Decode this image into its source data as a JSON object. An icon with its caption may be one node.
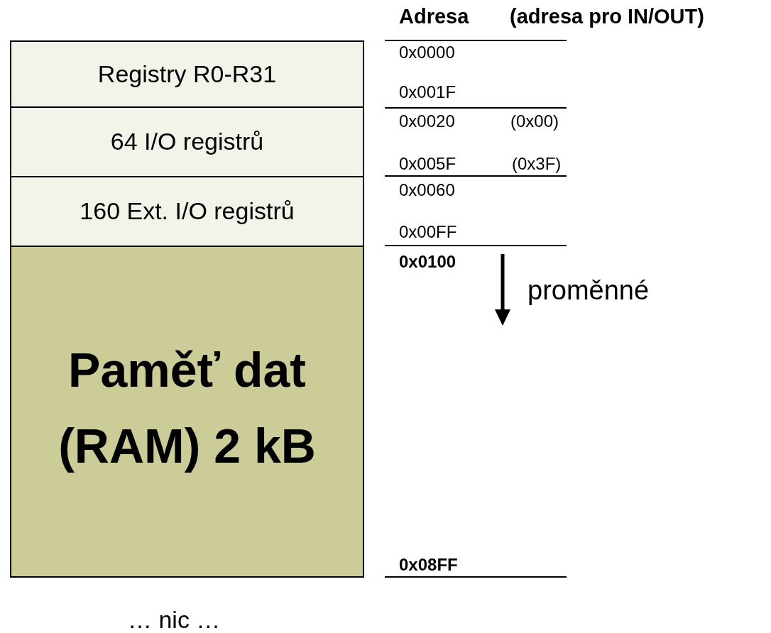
{
  "diagram": {
    "nodes": [
      {
        "text": [
          "Registry R0-R31"
        ]
      },
      {
        "text": [
          "64 I/O registrů"
        ]
      },
      {
        "text": [
          "160 Ext. I/O registrů"
        ]
      },
      {
        "text": [
          "Paměť dat (RAM) 2 kB"
        ]
      }
    ],
    "labels": [
      "Adresa",
      "(adresa pro IN/OUT)",
      "0x0000",
      "0x001F",
      "0x0020",
      "(0x00)",
      "0x005F",
      "(0x3F)",
      "0x0060",
      "0x00FF",
      "0x0100",
      "proměnné",
      "0x08FF",
      "… nic …"
    ]
  }
}
